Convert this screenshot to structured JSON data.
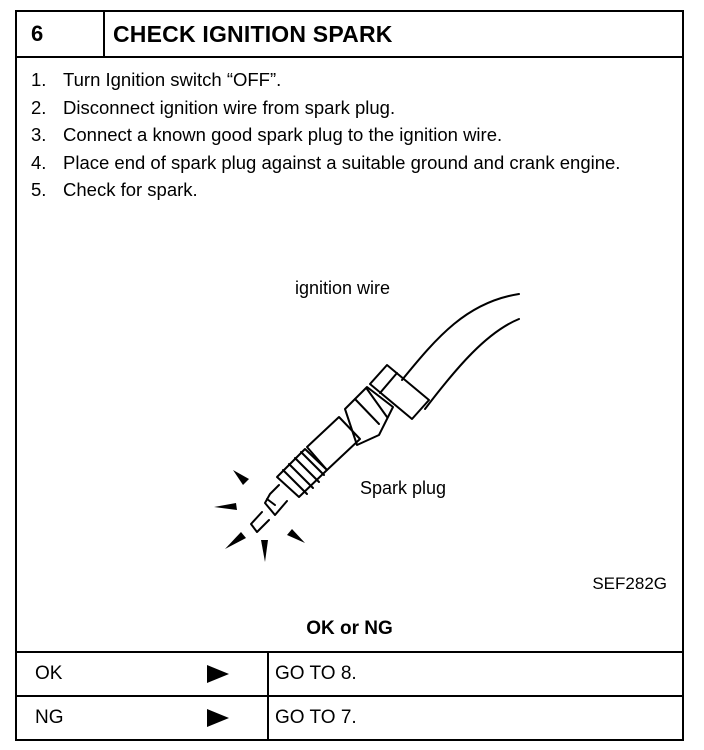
{
  "step": {
    "number": "6",
    "title": "CHECK IGNITION SPARK"
  },
  "instructions": [
    {
      "num": "1.",
      "text": "Turn Ignition switch “OFF”."
    },
    {
      "num": "2.",
      "text": "Disconnect ignition wire from spark plug."
    },
    {
      "num": "3.",
      "text": "Connect a known good spark plug to the ignition wire."
    },
    {
      "num": "4.",
      "text": "Place end of spark plug against a suitable ground and crank engine."
    },
    {
      "num": "5.",
      "text": "Check for spark."
    }
  ],
  "figure": {
    "label_wire": "ignition wire",
    "label_plug": "Spark plug",
    "code": "SEF282G"
  },
  "result": {
    "title": "OK or NG",
    "rows": [
      {
        "condition": "OK",
        "action": "GO TO 8."
      },
      {
        "condition": "NG",
        "action": "GO TO 7."
      }
    ]
  }
}
